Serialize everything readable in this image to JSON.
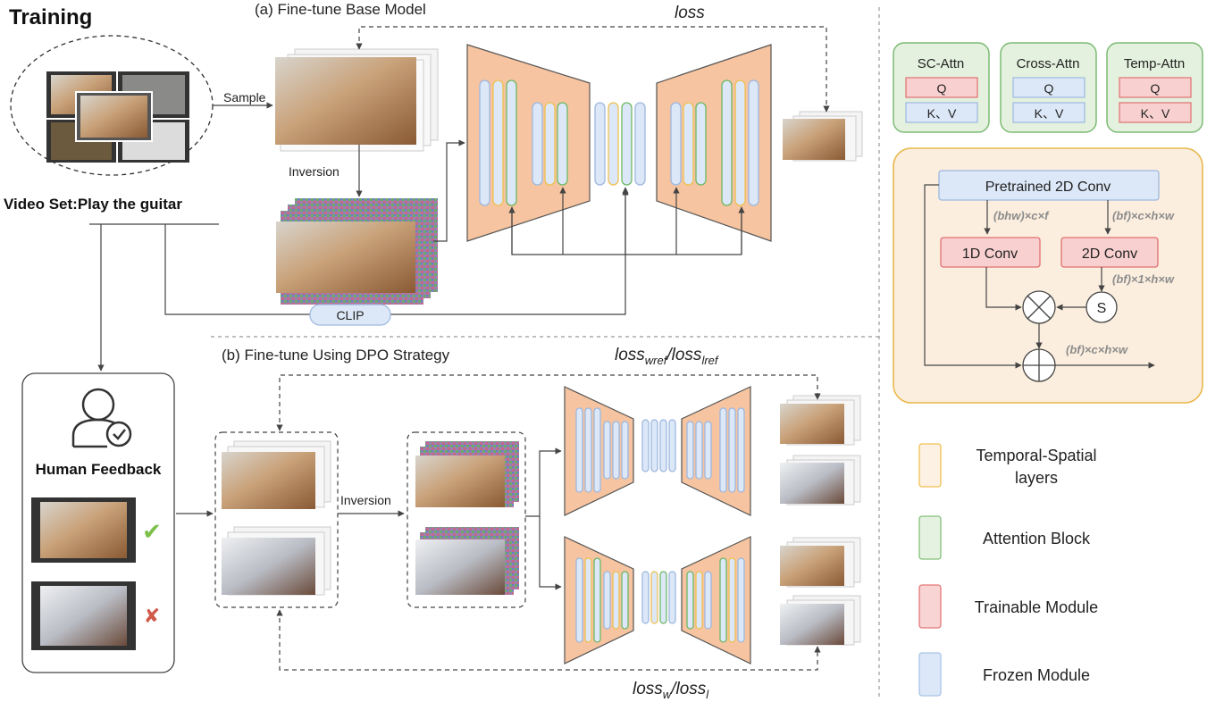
{
  "training_title": "Training",
  "section_a": {
    "title": "(a) Fine-tune Base Model",
    "loss": "loss"
  },
  "section_b": {
    "title": "(b) Fine-tune Using DPO Strategy",
    "loss_top_1": "loss",
    "loss_top_1_sub": "wref",
    "loss_top_2": "/loss",
    "loss_top_2_sub": "lref",
    "loss_bottom_1": "loss",
    "loss_bottom_1_sub": "w",
    "loss_bottom_2": "/loss",
    "loss_bottom_2_sub": "l"
  },
  "labels": {
    "sample": "Sample",
    "inversion_a": "Inversion",
    "inversion_b": "Inversion",
    "video_set": "Video Set:Play the guitar",
    "clip": "CLIP",
    "human_feedback": "Human Feedback",
    "check_mark": "✔",
    "cross_mark": "✘"
  },
  "attn_boxes": [
    {
      "title": "SC-Attn",
      "q": "Q",
      "kv": "K、V"
    },
    {
      "title": "Cross-Attn",
      "q": "Q",
      "kv": "K、V"
    },
    {
      "title": "Temp-Attn",
      "q": "Q",
      "kv": "K、V"
    }
  ],
  "conv_panel": {
    "pretrained": "Pretrained 2D Conv",
    "conv1d": "1D Conv",
    "conv2d": "2D Conv",
    "s": "S",
    "shape_left": "(bhw)×c×f",
    "shape_right": "(bf)×c×h×w",
    "shape_s": "(bf)×1×h×w",
    "shape_out": "(bf)×c×h×w"
  },
  "legend": [
    {
      "label_1": "Temporal-Spatial",
      "label_2": "layers",
      "fill": "#fdf1e3",
      "stroke": "#f0c050"
    },
    {
      "label_1": "Attention Block",
      "label_2": "",
      "fill": "#e6f2e1",
      "stroke": "#82c07a"
    },
    {
      "label_1": "Trainable Module",
      "label_2": "",
      "fill": "#f8d4d4",
      "stroke": "#e37878"
    },
    {
      "label_1": "Frozen Module",
      "label_2": "",
      "fill": "#dce8f7",
      "stroke": "#a9c3e6"
    }
  ],
  "colors": {
    "unet_fill": "#f6c4a0",
    "unet_stroke": "#555555",
    "blue_bar": "#dce8f7",
    "blue_stroke": "#9db8e0",
    "green_stroke": "#6eb866",
    "yellow_stroke": "#f0c050",
    "panel_fill": "#fbeede",
    "panel_stroke": "#e8b84a",
    "attn_fill": "#e4f1df",
    "attn_stroke": "#7cbb74",
    "red_fill": "#f8d0d0",
    "red_stroke": "#e07070",
    "check": "#7cc04a",
    "cross": "#d05a4a"
  }
}
